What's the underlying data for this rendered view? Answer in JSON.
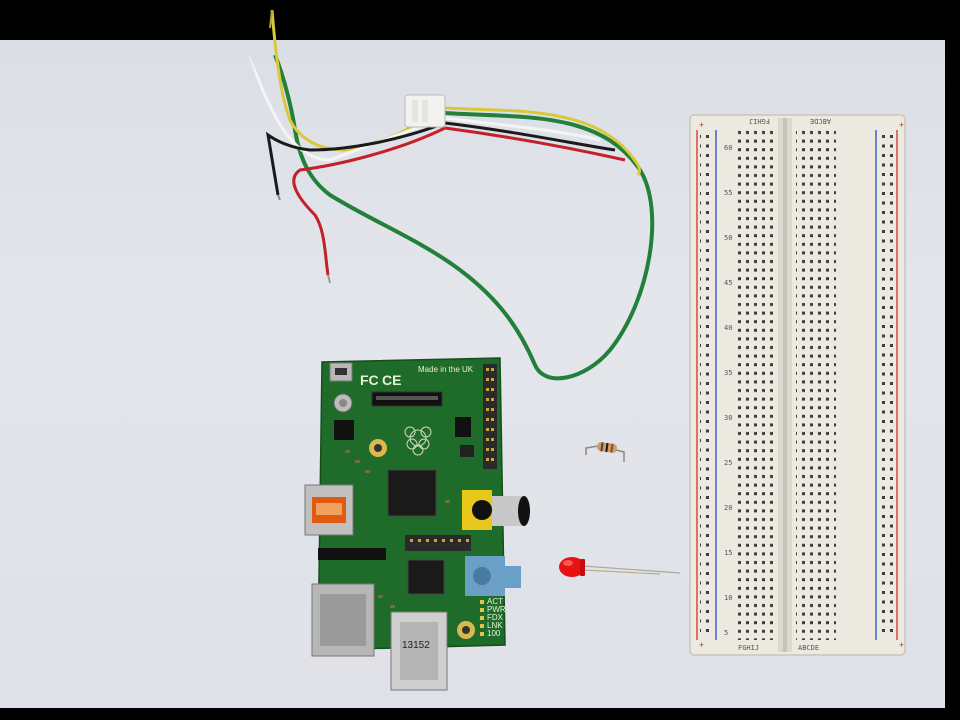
{
  "scene": {
    "description_items": [
      "raspberry-pi-board",
      "breadboard",
      "jumper-cable",
      "resistor",
      "red-led"
    ]
  },
  "pi_board": {
    "made_in": "Made in the UK",
    "fcc": "FC",
    "ce": "CE",
    "usb_code": "13152",
    "leds": [
      "ACT",
      "PWR",
      "FDX",
      "LNK",
      "100"
    ]
  },
  "breadboard": {
    "row_letters_top": "FGHIJ",
    "row_letters_top2": "ABCDE",
    "row_letters_bottom": "FGHIJ",
    "row_letters_bottom2": "ABCDE",
    "numbers": [
      "60",
      "55",
      "50",
      "45",
      "40",
      "35",
      "30",
      "25",
      "20",
      "15",
      "10",
      "5"
    ]
  },
  "colors": {
    "paper": "#e2e4ea",
    "pcb": "#1f6b2a",
    "breadboard": "#ece9e0",
    "wire_green": "#2a8a3a",
    "wire_red": "#c0202a",
    "wire_yellow": "#d8c040",
    "led_red": "#e81010"
  }
}
